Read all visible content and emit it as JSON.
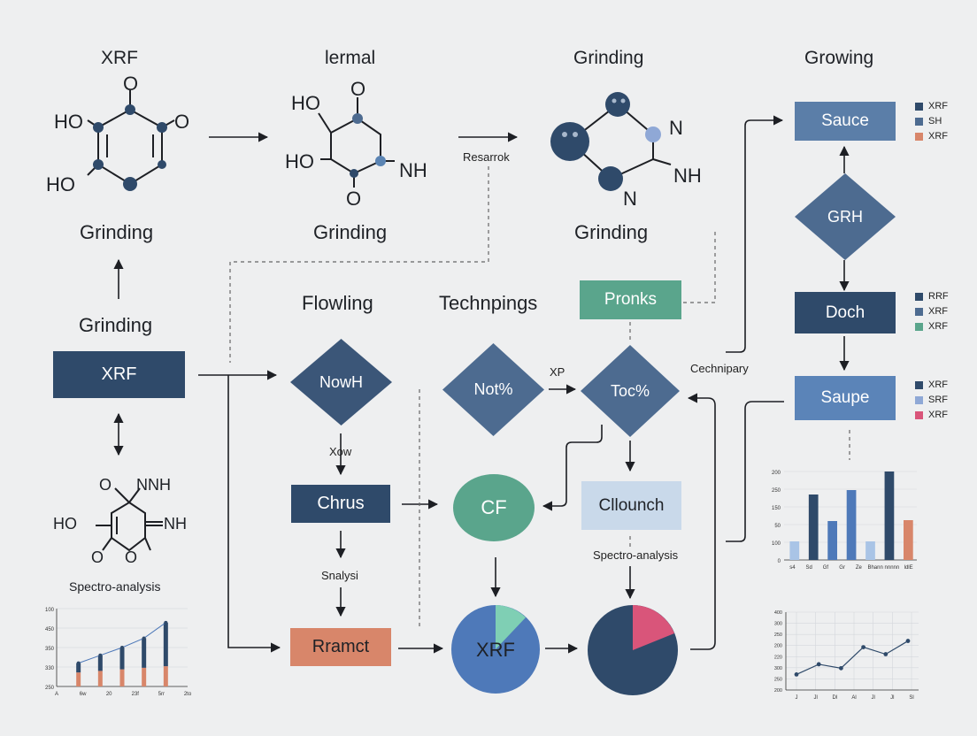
{
  "colors": {
    "navy": "#2f4a6a",
    "slate": "#4d6b90",
    "blue": "#4e79b9",
    "light_blue": "#c9d9ea",
    "teal": "#5aa58c",
    "salmon": "#d8866a",
    "pink": "#d9557a",
    "mint": "#7fcfb4"
  },
  "top_row": {
    "heading_1": "XRF",
    "heading_2": "lermal",
    "heading_3": "Grinding",
    "heading_4": "Growing",
    "caption_1": "Grinding",
    "caption_2": "Grinding",
    "caption_3": "Grinding",
    "arrow_note": "Resarrok"
  },
  "molecules": {
    "m1": {
      "o_top": "O",
      "ho_left": "HO",
      "o_right": "O",
      "ho_bottom": "HO"
    },
    "m2": {
      "ho_top": "HO",
      "o_top": "O",
      "ho_mid": "HO",
      "nh": "NH",
      "o_bottom": "O"
    },
    "m3": {
      "n_right": "N",
      "nh": "NH",
      "n_bottom": "N"
    },
    "m4": {
      "o_top": "O",
      "nnh": "NNH",
      "ho": "HO",
      "nh": "NH",
      "o_left": "O",
      "o_right": "O"
    }
  },
  "left_column": {
    "grinding_label": "Grinding",
    "xrf_box": "XRF",
    "spectro_label": "Spectro-analysis"
  },
  "middle": {
    "flowling": "Flowling",
    "techpings": "Technpings",
    "nowh": "NowH",
    "xow": "Xow",
    "chrus": "Chrus",
    "snalysi": "Snalysi",
    "rramct": "Rramct",
    "not_pct": "Not%",
    "xp": "XP",
    "pronks": "Pronks",
    "toc_pct": "Toc%",
    "cechnipary": "Cechnipary",
    "cf": "CF",
    "cllounch": "Cllounch",
    "spectro2": "Spectro-analysis",
    "xrf_circle": "XRF"
  },
  "right_column": {
    "sauce": "Sauce",
    "grh": "GRH",
    "doch": "Doch",
    "saupe": "Saupe",
    "legend_1": [
      {
        "label": "XRF",
        "color": "#2f4a6a"
      },
      {
        "label": "SH",
        "color": "#4d6b90"
      },
      {
        "label": "XRF",
        "color": "#d8866a"
      }
    ],
    "legend_2": [
      {
        "label": "RRF",
        "color": "#2f4a6a"
      },
      {
        "label": "XRF",
        "color": "#4d6b90"
      },
      {
        "label": "XRF",
        "color": "#5aa58c"
      }
    ],
    "legend_3": [
      {
        "label": "XRF",
        "color": "#2f4a6a"
      },
      {
        "label": "SRF",
        "color": "#8fa8d6"
      },
      {
        "label": "XRF",
        "color": "#d9557a"
      }
    ]
  },
  "chart_data": [
    {
      "type": "bar",
      "id": "mini-stacked-bar-left",
      "title": "",
      "y_ticks": [
        "100",
        "450",
        "350",
        "330",
        "250"
      ],
      "x_ticks": [
        "A",
        "6w",
        "20",
        "23f",
        "5rr",
        "2to"
      ],
      "ylim": [
        0,
        100
      ],
      "series": [
        {
          "name": "",
          "color": "#d8866a",
          "values": [
            18,
            20,
            22,
            24,
            26
          ]
        },
        {
          "name": "",
          "color": "#2f4a6a",
          "values": [
            12,
            20,
            28,
            38,
            56
          ]
        }
      ],
      "line_values": [
        30,
        40,
        50,
        62,
        82
      ],
      "grid": true
    },
    {
      "type": "bar",
      "id": "bar-chart-right",
      "title": "",
      "y_ticks": [
        "200",
        "250",
        "150",
        "50",
        "100",
        "0"
      ],
      "x_ticks": [
        "s4",
        "Sd",
        "Gf",
        "Gr",
        "Ze",
        "Bhann",
        "nnnnn",
        "ldlE"
      ],
      "ylim": [
        0,
        200
      ],
      "values": [
        42,
        148,
        88,
        158,
        42,
        200,
        90
      ],
      "colors": [
        "#a9c4e6",
        "#2f4a6a",
        "#4e79b9",
        "#4e79b9",
        "#a9c4e6",
        "#2f4a6a",
        "#d8866a"
      ],
      "grid": true
    },
    {
      "type": "line",
      "id": "line-chart-right",
      "title": "",
      "y_ticks": [
        "400",
        "300",
        "250",
        "200",
        "220",
        "300",
        "250",
        "200"
      ],
      "x_ticks": [
        "J",
        "Jl",
        "Dl",
        "Al",
        "Jl",
        "Jl",
        "Sl"
      ],
      "ylim": [
        0,
        100
      ],
      "values": [
        20,
        33,
        28,
        55,
        46,
        63
      ],
      "color": "#2f4a6a",
      "grid": true
    }
  ]
}
